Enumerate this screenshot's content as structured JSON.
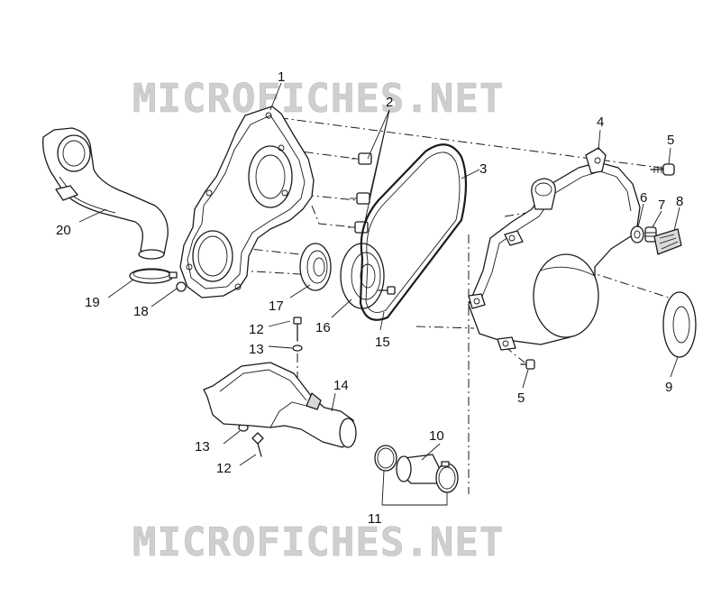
{
  "watermark": {
    "text": "MICROFICHES.NET",
    "color": "#cfcfcf"
  },
  "callouts": {
    "c1": "1",
    "c2": "2",
    "c3": "3",
    "c4": "4",
    "c5a": "5",
    "c5b": "5",
    "c6": "6",
    "c7": "7",
    "c8": "8",
    "c9": "9",
    "c10": "10",
    "c11": "11",
    "c12a": "12",
    "c12b": "12",
    "c13a": "13",
    "c13b": "13",
    "c14": "14",
    "c15": "15",
    "c16": "16",
    "c17": "17",
    "c18": "18",
    "c19": "19",
    "c20": "20"
  }
}
